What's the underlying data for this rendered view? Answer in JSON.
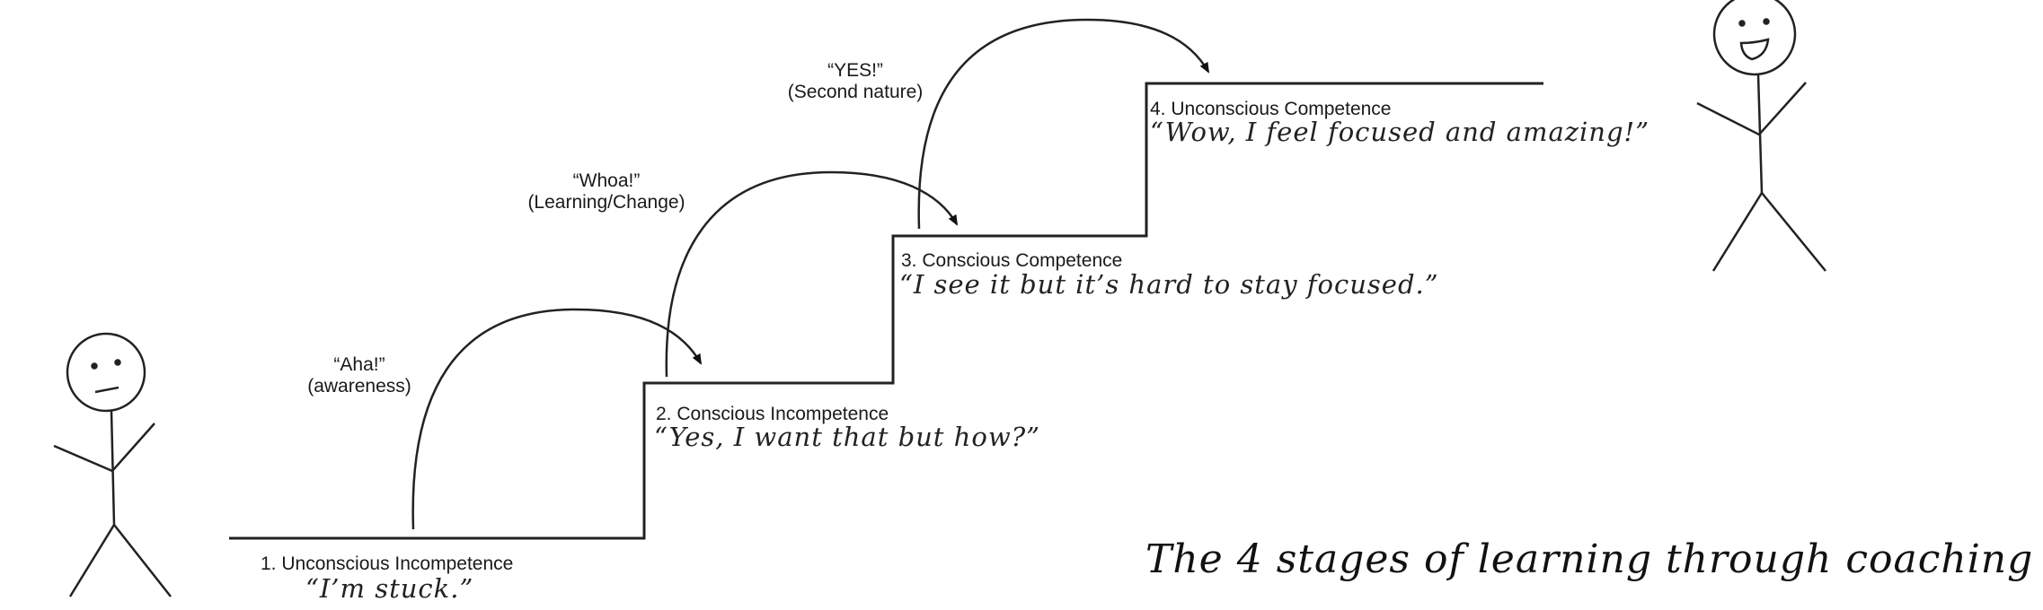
{
  "title": "The 4 stages of learning through coaching",
  "stages": [
    {
      "label": "1. Unconscious Incompetence",
      "quote": "“I’m stuck.”"
    },
    {
      "label": "2. Conscious Incompetence",
      "quote": "“Yes, I want that but how?”"
    },
    {
      "label": "3. Conscious Competence",
      "quote": "“I see it but it’s hard to stay focused.”"
    },
    {
      "label": "4. Unconscious Competence",
      "quote": "“Wow, I feel focused and amazing!”"
    }
  ],
  "transitions": [
    {
      "exclaim": "“Aha!”",
      "note": "(awareness)"
    },
    {
      "exclaim": "“Whoa!”",
      "note": "(Learning/Change)"
    },
    {
      "exclaim": "“YES!”",
      "note": "(Second nature)"
    }
  ],
  "figures": [
    {
      "mood": "confused"
    },
    {
      "mood": "happy"
    }
  ]
}
